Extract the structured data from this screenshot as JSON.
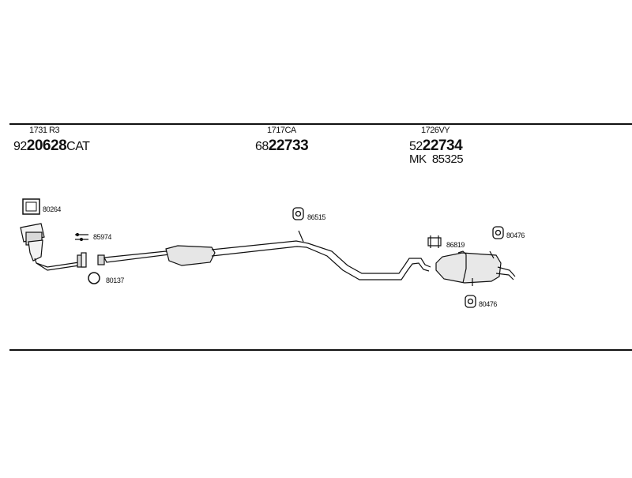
{
  "groups": [
    {
      "code": "1731 R3",
      "pn_prefix": "92",
      "pn_main": "20628",
      "pn_suffix": "CAT",
      "extra": ""
    },
    {
      "code": "1717CA",
      "pn_prefix": "68",
      "pn_main": "22733",
      "pn_suffix": "",
      "extra": ""
    },
    {
      "code": "1726VY",
      "pn_prefix": "52",
      "pn_main": "22734",
      "pn_suffix": "",
      "extra": "MK  85325"
    }
  ],
  "parts": {
    "gasket_front": "80264",
    "clamp_front": "85974",
    "ring_front": "80137",
    "hanger_mid": "86515",
    "clamp_rear": "86819",
    "hanger_rear_top": "80476",
    "hanger_rear_bottom": "80476"
  },
  "colors": {
    "line": "#111111",
    "part_fill": "#f2f2f2",
    "part_shade": "#cfcfcf"
  }
}
